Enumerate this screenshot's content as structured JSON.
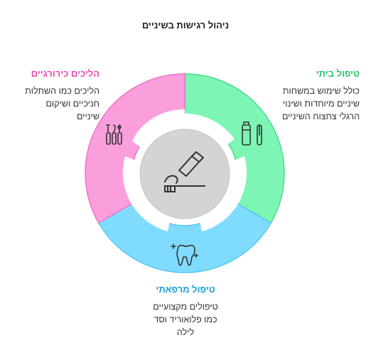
{
  "title": "ניהול רגישות בשיניים",
  "colors": {
    "home": "#6ae6a8",
    "home_stroke": "#3fcf82",
    "surgical": "#f79ad6",
    "surgical_stroke": "#e86cc0",
    "medical": "#7ddcff",
    "medical_stroke": "#55c8f2",
    "center": "#d3d3d3",
    "home_title": "#2fbf6f",
    "surgical_title": "#e64fb5",
    "medical_title": "#1f9fd9"
  },
  "sections": {
    "home": {
      "title": "טיפול ביתי",
      "description": "כולל שימוש במשחות\nשיניים מיוחדות ושינוי\nהרגלי צחצוח השיניים",
      "icon": "toothpaste-toothbrush-icon"
    },
    "surgical": {
      "title": "הליכים כירורגיים",
      "description": "הליכים כמו השתלות\nחניכיים ושיקום\nשיניים",
      "icon": "dental-tools-icon"
    },
    "medical": {
      "title": "טיפול מרפאתי",
      "description": "טיפולים מקצועיים\nכמו פלואוריד וסד\nלילה",
      "icon": "sparkling-tooth-icon"
    },
    "center_icon": "toothpaste-on-brush-icon"
  }
}
